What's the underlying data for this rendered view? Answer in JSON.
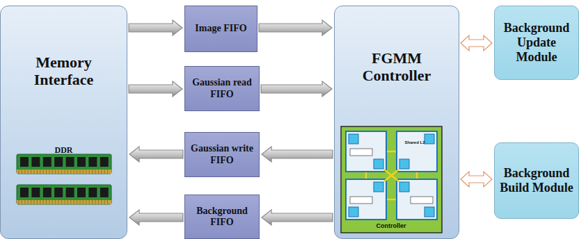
{
  "diagram": {
    "nodes": [
      {
        "text": [
          "Memory Interface",
          "DDR"
        ]
      },
      {
        "text": [
          "Image FIFO"
        ]
      },
      {
        "text": [
          "Gaussian read FIFO"
        ]
      },
      {
        "text": [
          "Gaussian write FIFO"
        ]
      },
      {
        "text": [
          "Background FIFO"
        ]
      },
      {
        "text": [
          "FGMM Controller"
        ]
      },
      {
        "text": [
          "Background Update Module"
        ]
      },
      {
        "text": [
          "Background Build Module"
        ]
      }
    ],
    "edges": [
      {
        "from": 0,
        "to": 1,
        "arrow": "to"
      },
      {
        "from": 1,
        "to": 5,
        "arrow": "to"
      },
      {
        "from": 0,
        "to": 2,
        "arrow": "to"
      },
      {
        "from": 2,
        "to": 5,
        "arrow": "to"
      },
      {
        "from": 5,
        "to": 3,
        "arrow": "to"
      },
      {
        "from": 3,
        "to": 0,
        "arrow": "to"
      },
      {
        "from": 5,
        "to": 4,
        "arrow": "to"
      },
      {
        "from": 4,
        "to": 0,
        "arrow": "to"
      },
      {
        "from": 5,
        "to": 6,
        "arrow": "both"
      },
      {
        "from": 5,
        "to": 7,
        "arrow": "both"
      }
    ],
    "labels": [
      "Shared L2",
      "Controller"
    ]
  }
}
